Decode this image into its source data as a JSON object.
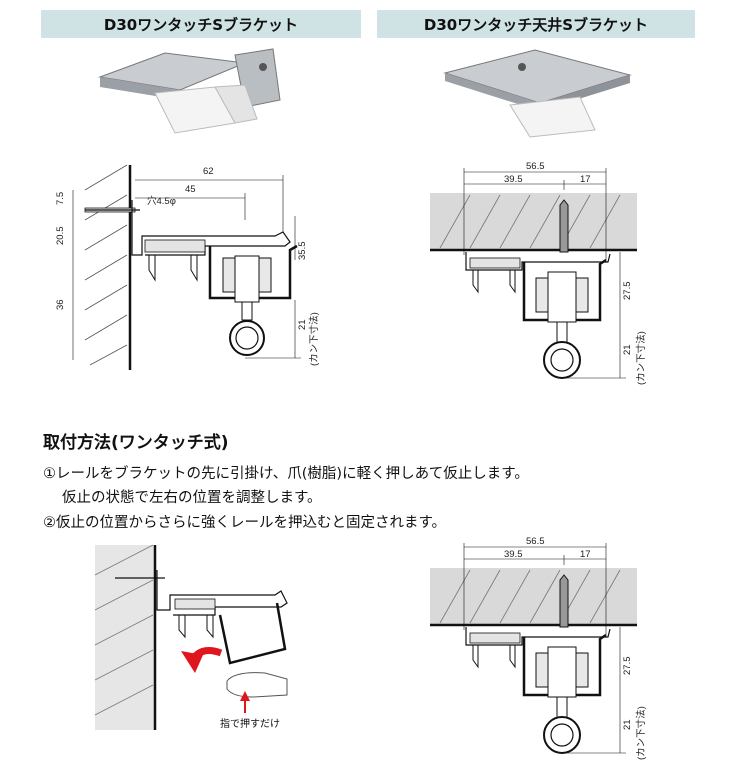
{
  "headers": {
    "left": "D30ワンタッチSブラケット",
    "right": "D30ワンタッチ天井Sブラケット"
  },
  "left_diagram": {
    "dims": {
      "d62": "62",
      "d45": "45",
      "hole": "穴4.5φ",
      "d7_5": "7.5",
      "d20_5": "20.5",
      "d36": "36",
      "d35_5": "35.5",
      "d21": "21",
      "kan": "(カン下寸法)"
    }
  },
  "right_diagram": {
    "dims": {
      "d56_5": "56.5",
      "d39_5": "39.5",
      "d17": "17",
      "d27_5": "27.5",
      "d21": "21",
      "kan": "(カン下寸法)"
    }
  },
  "method": {
    "title": "取付方法(ワンタッチ式)",
    "step1": "①レールをブラケットの先に引掛け、爪(樹脂)に軽く押しあて仮止します。",
    "step1_cont": "仮止の状態で左右の位置を調整します。",
    "step2": "②仮止の位置からさらに強くレールを押込むと固定されます。"
  },
  "bottom_left": {
    "caption": "指で押すだけ"
  },
  "bottom_right": {
    "dims": {
      "d56_5": "56.5",
      "d39_5": "39.5",
      "d17": "17",
      "d27_5": "27.5",
      "d21": "21",
      "kan": "(カン下寸法)"
    }
  },
  "colors": {
    "header_bg": "#cfe3e4",
    "arrow": "#e0161e",
    "ceiling": "#d9d9d9"
  }
}
